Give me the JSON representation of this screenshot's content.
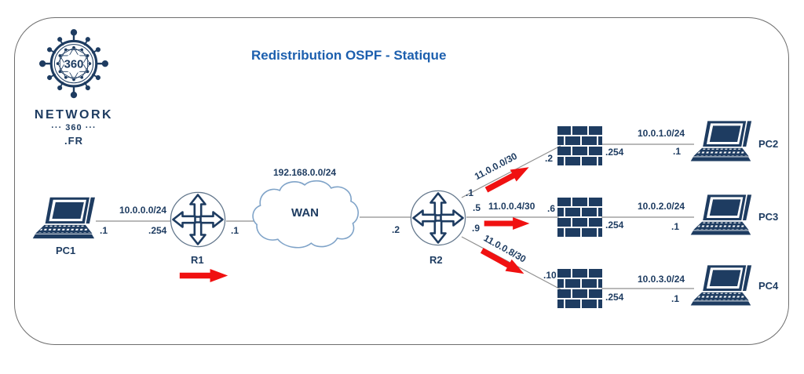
{
  "title": "Redistribution OSPF - Statique",
  "logo": {
    "emblem_number": "360",
    "wordmark": "NETWORK",
    "submark": "··· 360 ···",
    "domain": ".FR"
  },
  "devices": {
    "pc1": {
      "label": "PC1"
    },
    "pc2": {
      "label": "PC2"
    },
    "pc3": {
      "label": "PC3"
    },
    "pc4": {
      "label": "PC4"
    },
    "r1": {
      "label": "R1"
    },
    "r2": {
      "label": "R2"
    },
    "wan": {
      "label": "WAN"
    }
  },
  "networks": {
    "lan1": {
      "cidr": "10.0.0.0/24",
      "pc_ip": ".1",
      "gw_ip": ".254"
    },
    "wan": {
      "cidr": "192.168.0.0/24",
      "r1_ip": ".1",
      "r2_ip": ".2"
    },
    "link1": {
      "cidr": "11.0.0.0/30",
      "r2_ip": ".1",
      "fw_ip": ".2"
    },
    "link2": {
      "cidr": "11.0.0.4/30",
      "r2_ip": ".5",
      "fw_ip": ".6"
    },
    "link3": {
      "cidr": "11.0.0.8/30",
      "r2_ip": ".9",
      "fw_ip": ".10"
    },
    "lan2": {
      "cidr": "10.0.1.0/24",
      "gw_ip": ".254",
      "pc_ip": ".1"
    },
    "lan3": {
      "cidr": "10.0.2.0/24",
      "gw_ip": ".254",
      "pc_ip": ".1"
    },
    "lan4": {
      "cidr": "10.0.3.0/24",
      "gw_ip": ".254",
      "pc_ip": ".1"
    }
  },
  "icons": {
    "router": "router-cross-arrows-icon",
    "firewall": "brick-wall-icon",
    "laptop": "laptop-icon",
    "wan": "cloud-icon",
    "redistribution": "red-arrow-icon",
    "logo": "network360-emblem-icon"
  },
  "colors": {
    "navy": "#1e3c61",
    "blue": "#1c5fae",
    "red": "#f01111",
    "line": "#8f8f8f",
    "cloud_stroke": "#7fa3c8",
    "border": "#6e6e6e"
  }
}
